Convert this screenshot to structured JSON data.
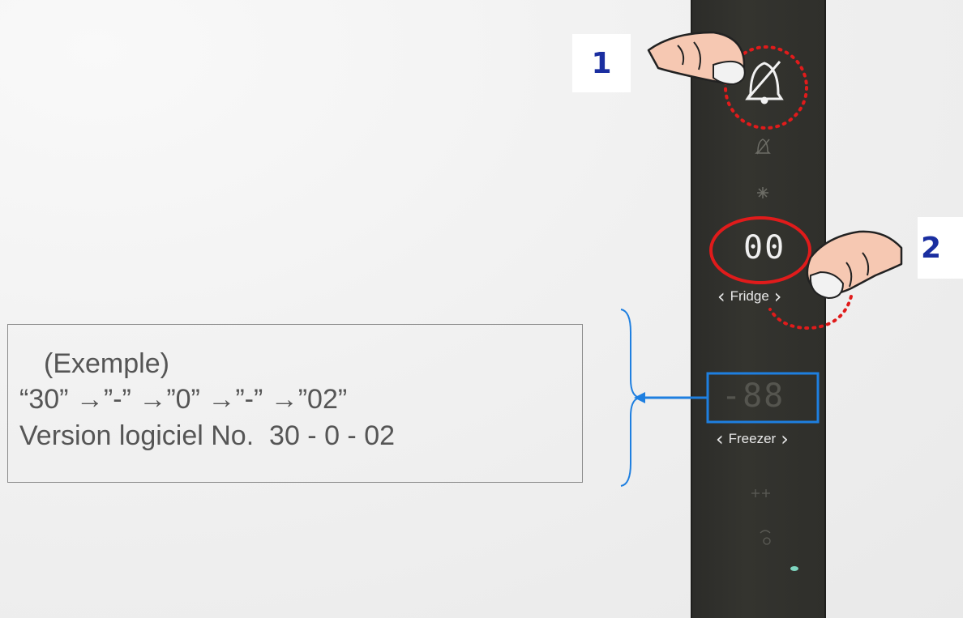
{
  "steps": {
    "step1": "1",
    "step2": "2"
  },
  "panel": {
    "fridge_display": "00",
    "fridge_label": "Fridge",
    "freezer_display": "-88",
    "freezer_label": "Freezer",
    "icons": [
      "alarm-off-icon",
      "alarm-off-small-icon",
      "snowflake-icon",
      "double-snowflake-icon",
      "eco-icon",
      "indicator-led"
    ]
  },
  "example": {
    "title": "(Exemple)",
    "sequence": "“30” →”-” →”0” →”-” →”02”",
    "version": "Version logiciel No.  30 - 0 - 02"
  },
  "colors": {
    "highlight_red": "#e01b1b",
    "callout_blue": "#1e7fe0",
    "step_number": "#1a2ea0",
    "panel": "#2f2f2b"
  }
}
